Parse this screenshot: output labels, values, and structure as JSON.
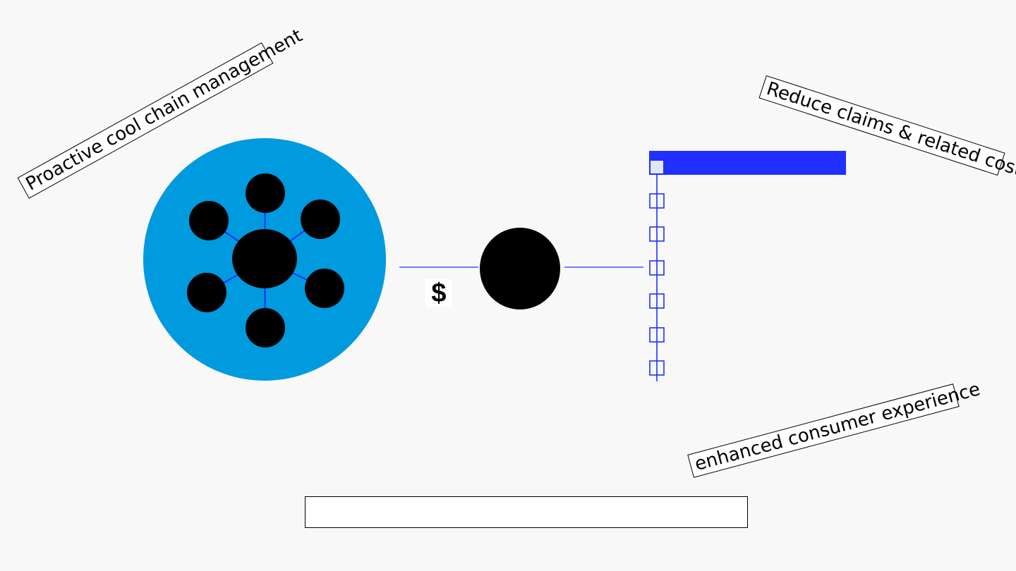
{
  "labels": {
    "proactive": "Proactive cool chain management",
    "reduce": "Reduce claims & related costs",
    "enhanced": "enhanced consumer experience"
  },
  "currency_symbol": "$",
  "bottom_field_value": "",
  "colors": {
    "background": "#f8f8f8",
    "hub_circle": "#009ade",
    "accent_blue": "#1f30ff",
    "node": "#000000"
  },
  "icons": {
    "hub": "network-hub-icon",
    "center_node": "node-circle-icon",
    "ladder": "checklist-ladder-icon"
  }
}
